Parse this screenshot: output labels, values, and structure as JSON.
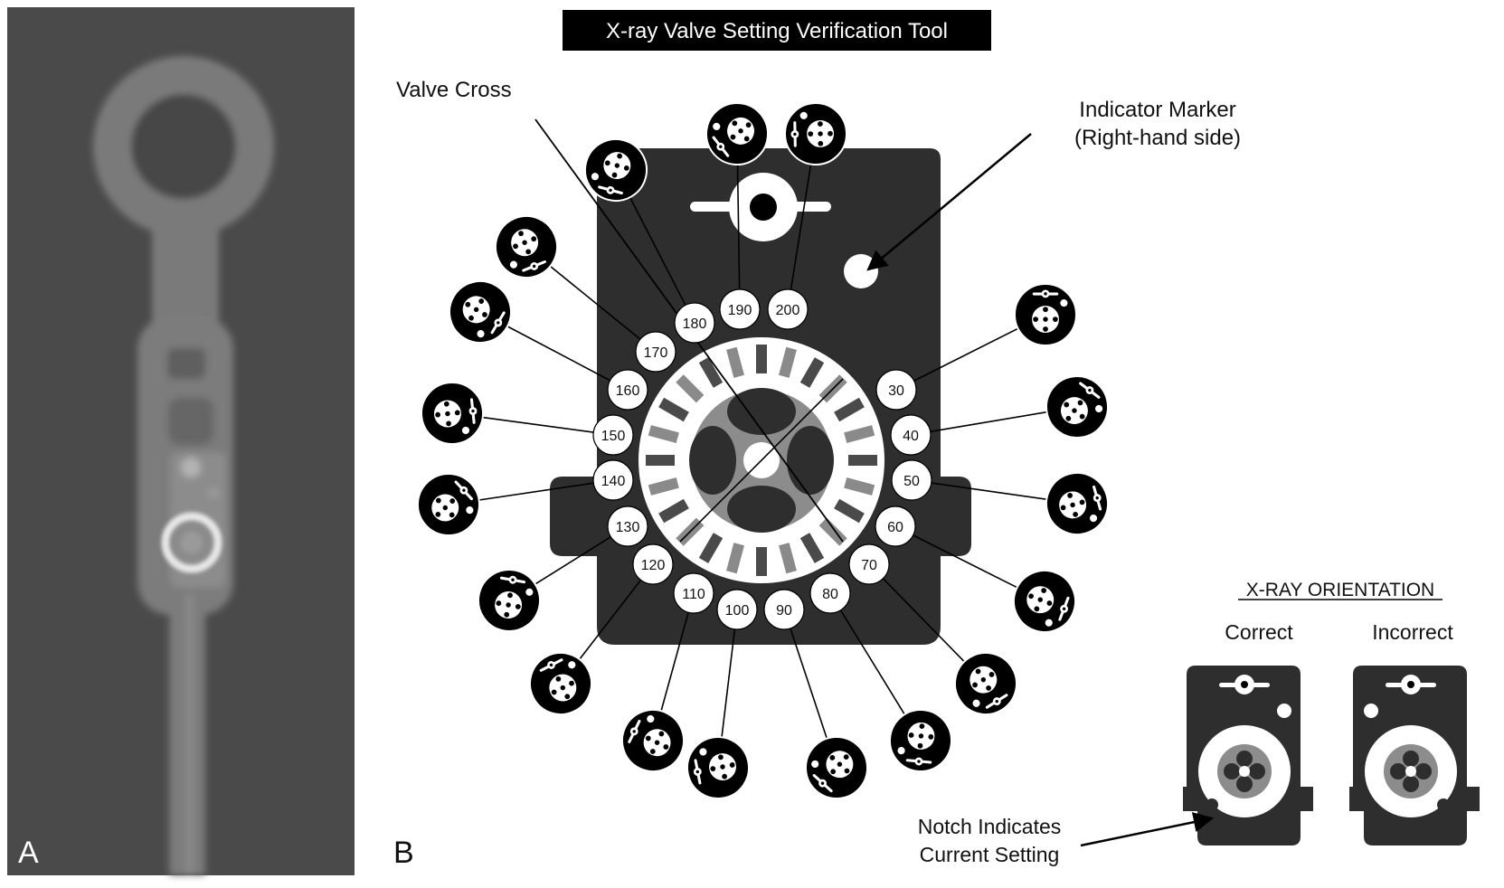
{
  "panel_a": {
    "letter": "A"
  },
  "panel_b": {
    "letter": "B",
    "title": "X-ray Valve Setting Verification Tool",
    "valve_cross_label": "Valve Cross",
    "indicator_label_line1": "Indicator Marker",
    "indicator_label_line2": "(Right-hand side)",
    "settings": [
      "30",
      "40",
      "50",
      "60",
      "70",
      "80",
      "90",
      "100",
      "110",
      "120",
      "130",
      "140",
      "150",
      "160",
      "170",
      "180",
      "190",
      "200"
    ],
    "orientation": {
      "heading": "X-RAY ORIENTATION",
      "correct": "Correct",
      "incorrect": "Incorrect",
      "notch_line1": "Notch Indicates",
      "notch_line2": "Current Setting"
    }
  }
}
